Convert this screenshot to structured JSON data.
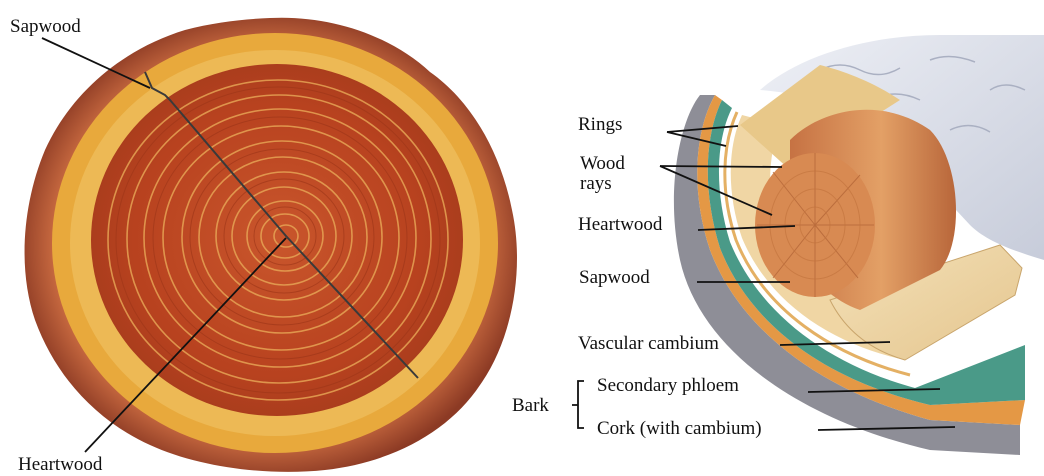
{
  "cross_section": {
    "labels": {
      "sapwood": "Sapwood",
      "heartwood": "Heartwood"
    }
  },
  "stem_cutaway": {
    "labels": {
      "rings": "Rings",
      "wood_rays_line1": "Wood",
      "wood_rays_line2": "rays",
      "heartwood": "Heartwood",
      "sapwood": "Sapwood",
      "vascular_cambium": "Vascular cambium",
      "bark": "Bark",
      "secondary_phloem": "Secondary phloem",
      "cork": "Cork (with cambium)"
    }
  },
  "colors": {
    "bark": "#9a3f26",
    "sapwood": "#e8a93c",
    "heartwood": "#b8421f",
    "cambium": "#4a9a88",
    "phloem": "#e49845",
    "cork": "#8e8e97",
    "bark_surface": "#d7dbe6"
  }
}
